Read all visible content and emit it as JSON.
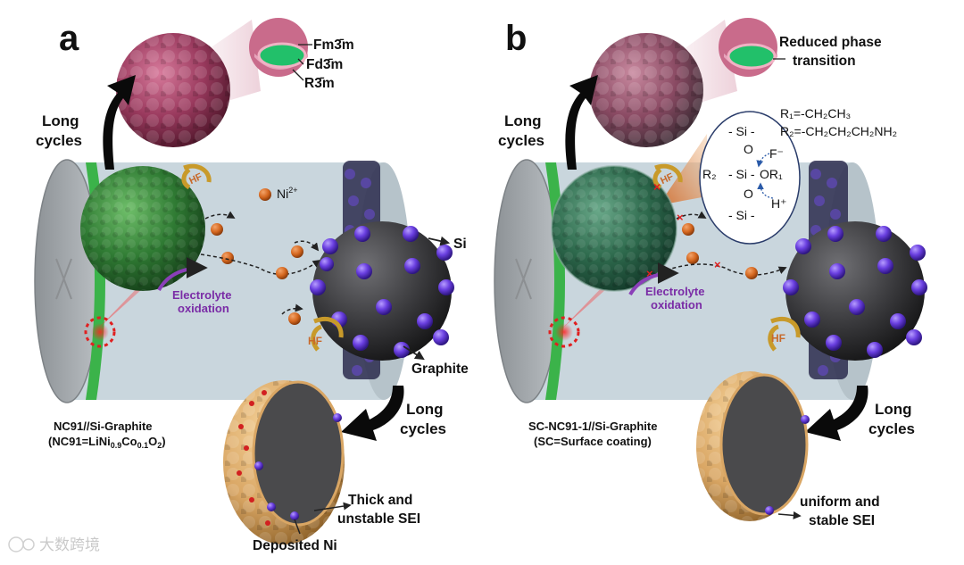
{
  "panel_a": {
    "letter": "a",
    "phases": [
      "Fm3̄m",
      "Fd3̄m",
      "R3̄m"
    ],
    "long_cycles_top": [
      "Long",
      "cycles"
    ],
    "hf": "HF",
    "ni_ion": "Ni",
    "ni_charge": "2+",
    "electrolyte": [
      "Electrolyte",
      "oxidation"
    ],
    "si": "Si",
    "hf_lower": "HF",
    "graphite": "Graphite",
    "long_cycles_bottom": [
      "Long",
      "cycles"
    ],
    "cell_name": "NC91//Si-Graphite",
    "cell_formula_prefix": "(NC91=LiNi",
    "cell_formula_sub1": "0.9",
    "cell_formula_mid": "Co",
    "cell_formula_sub2": "0.1",
    "cell_formula_mid2": "O",
    "cell_formula_sub3": "2",
    "cell_formula_suffix": ")",
    "sei": [
      "Thick and",
      "unstable SEI"
    ],
    "deposited": "Deposited Ni"
  },
  "panel_b": {
    "letter": "b",
    "phase_note": [
      "Reduced phase",
      "transition"
    ],
    "long_cycles_top": [
      "Long",
      "cycles"
    ],
    "r1": "R₁=-CH₂CH₃",
    "r2": "R₂=-CH₂CH₂CH₂NH₂",
    "silane": {
      "si_top": "- Si -",
      "o_top": "O",
      "r2": "R₂",
      "si_mid": "- Si -",
      "or1": "OR₁",
      "o_bot": "O",
      "si_bot": "- Si -",
      "f": "F⁻",
      "h": "H⁺"
    },
    "hf": "HF",
    "electrolyte": [
      "Electrolyte",
      "oxidation"
    ],
    "hf_lower": "HF",
    "long_cycles_bottom": [
      "Long",
      "cycles"
    ],
    "cell_name": "SC-NC91-1//Si-Graphite",
    "cell_note": "(SC=Surface coating)",
    "sei": [
      "uniform and",
      "stable SEI"
    ]
  },
  "watermark": "大数跨境",
  "colors": {
    "cathode_green": "#3f8a43",
    "coated_green": "#3d7f5a",
    "degraded_pink": "#a8456a",
    "graphite": "#3a3a3c",
    "si_purple": "#6a3fe0",
    "ni_orange": "#d4661e",
    "cylinder": "#c9d6dd",
    "separator": "#3bb34a",
    "sei": "#d9a664",
    "electrolyte_purple": "#8a3fb8",
    "hf_gold": "#c89a2a"
  }
}
